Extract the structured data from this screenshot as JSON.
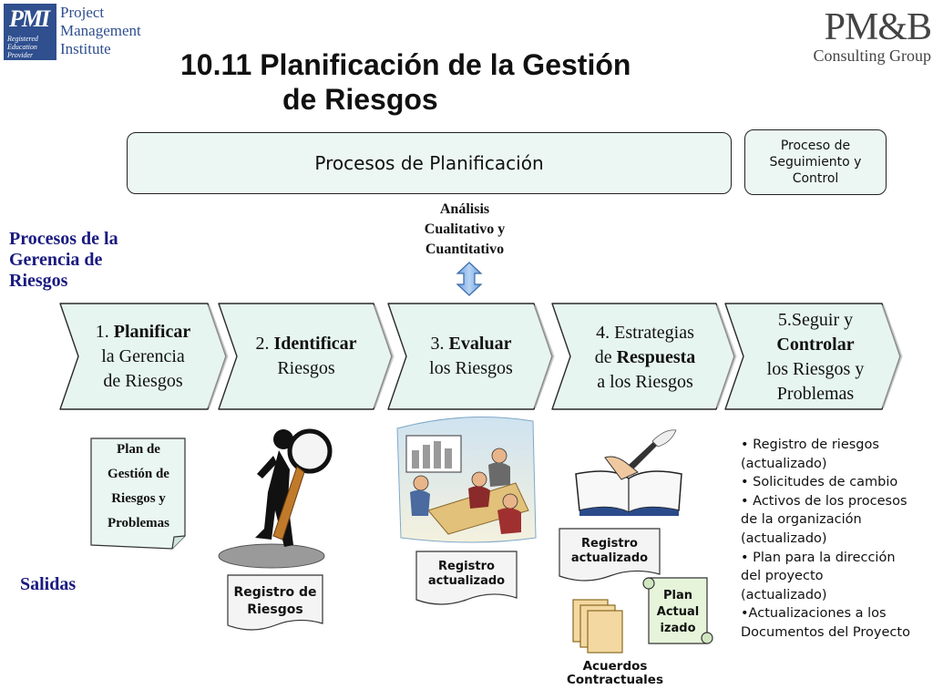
{
  "logos": {
    "pmi": {
      "mark": "PMI",
      "registered": "Registered",
      "education": "Education",
      "provider": "Provider",
      "line1": "Project",
      "line2": "Management",
      "line3": "Institute"
    },
    "pmb": {
      "main": "PM&B",
      "sub": "Consulting Group"
    }
  },
  "title": {
    "line1": "10.11 Planificación de la Gestión",
    "line2": "de Riesgos"
  },
  "header_boxes": {
    "planning": "Procesos de Planificación",
    "control": "Proceso de Seguimiento y Control"
  },
  "analysis": {
    "line1": "Análisis",
    "line2": "Cualitativo y",
    "line3": "Cuantitativo"
  },
  "labels": {
    "procesos_line1": "Procesos de la",
    "procesos_line2": "Gerencia de",
    "procesos_line3": "Riesgos",
    "salidas": "Salidas"
  },
  "steps": [
    {
      "num": "1. ",
      "bold": "Planificar",
      "l2": "la Gerencia",
      "l3": "de Riesgos"
    },
    {
      "num": "2. ",
      "bold": "Identificar",
      "l2": "Riesgos"
    },
    {
      "num": "3. ",
      "bold": "Evaluar",
      "l2": "los Riesgos"
    },
    {
      "num": "4. Estrategias",
      "l2pre": "de ",
      "bold": "Respuesta",
      "l3": "a los Riesgos"
    },
    {
      "num": "5.Seguir y",
      "bold": "Controlar",
      "l3": "los Riesgos y",
      "l4": "Problemas"
    }
  ],
  "outputs": {
    "plan": {
      "l1": "Plan de",
      "l2": "Gestión de",
      "l3": "Riesgos y",
      "l4": "Problemas"
    },
    "registro_riesgos": {
      "l1": "Registro de",
      "l2": "Riesgos"
    },
    "registro_actualizado_3": {
      "l1": "Registro",
      "l2": "actualizado"
    },
    "registro_actualizado_4": {
      "l1": "Registro",
      "l2": "actualizado"
    },
    "plan_actualizado": {
      "l1": "Plan",
      "l2": "Actual",
      "l3": "izado"
    },
    "acuerdos": {
      "l1": "Acuerdos",
      "l2": "Contractuales"
    }
  },
  "bullets": [
    "• Registro de riesgos",
    "(actualizado)",
    "• Solicitudes de cambio",
    "• Activos de los procesos",
    "de la organización",
    "(actualizado)",
    "• Plan para la dirección",
    "del proyecto",
    "(actualizado)",
    "•Actualizaciones a los",
    "Documentos del Proyecto"
  ],
  "icons": [
    "magnifier-person-icon",
    "meeting-icon",
    "writing-book-icon",
    "documents-stack-icon",
    "double-arrow-icon"
  ],
  "colors": {
    "box_fill": "#ecf7f4",
    "chevron_fill": "#e6f5ef",
    "label_blue": "#1a1a80",
    "arrow_blue": "#8fb8e8"
  }
}
